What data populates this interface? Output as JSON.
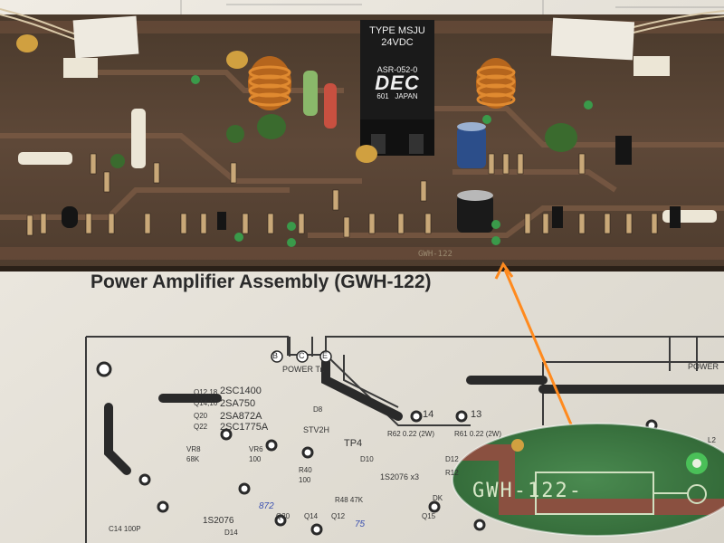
{
  "photo": {
    "document_title": "Power Amplifier Assembly (GWH-122)",
    "relay": {
      "type_line": "TYPE MSJU",
      "voltage": "24VDC",
      "part_no": "ASR-052-0",
      "brand": "DEC",
      "code": "601",
      "origin": "JAPAN"
    },
    "pcb_silkscreen": "GWH-122",
    "schematic_labels": {
      "b": "B",
      "c": "C",
      "e": "E",
      "power_tr": "POWER Tr.",
      "power_right": "POWER",
      "q1": "Q12,18",
      "q2": "Q14,16",
      "q3": "Q20",
      "q4": "Q22",
      "t1": "2SC1400",
      "t2": "2SA750",
      "t3": "2SA872A",
      "t4": "2SC1775A",
      "d8": "D8",
      "stv": "STV2H",
      "n14": "14",
      "n13": "13",
      "r62": "R62 0.22 (2W)",
      "r61": "R61 0.22 (2W)",
      "tp4": "TP4",
      "vr8": "VR8",
      "k68": "68K",
      "vr6": "VR6",
      "v100": "100",
      "r40": "R40",
      "v100b": "100",
      "d10": "D10",
      "d12": "D12",
      "s2076x3": "1S2076 x3",
      "r48": "R48 47K",
      "s2076": "1S2076",
      "d14": "D14",
      "cap": "C14 100P",
      "l2": "L2",
      "r12": "R12",
      "dk": "DK",
      "q15": "Q15",
      "q20b": "Q20",
      "q14": "Q14",
      "q12": "Q12",
      "hw1": "872",
      "hw2": "75"
    },
    "zoom_inset": {
      "text": "GWH-122-"
    },
    "colors": {
      "pcb": "#5a4536",
      "pcb_trace": "#7a5a44",
      "paper": "#e8e4dc",
      "arrow": "#ff8a1e",
      "inset_green": "#3d7a42"
    }
  }
}
